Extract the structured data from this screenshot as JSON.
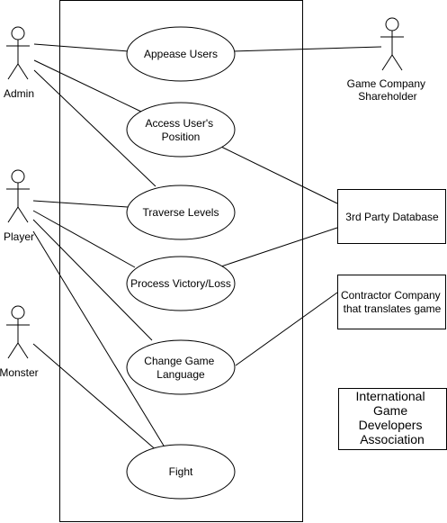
{
  "actors": {
    "admin": "Admin",
    "player": "Player",
    "monster": "Monster",
    "shareholder": [
      "Game Company",
      "Shareholder"
    ]
  },
  "use_cases": {
    "appease": [
      "Appease Users"
    ],
    "access": [
      "Access User's",
      "Position"
    ],
    "traverse": [
      "Traverse Levels"
    ],
    "process": [
      "Process Victory/Loss"
    ],
    "change_lang": [
      "Change Game",
      "Language"
    ],
    "fight": [
      "Fight"
    ]
  },
  "external_systems": {
    "database": [
      "3rd Party Database"
    ],
    "contractor": [
      "Contractor Company",
      "that translates game"
    ],
    "igda": [
      "International",
      "Game",
      "Developers",
      "Association"
    ]
  }
}
